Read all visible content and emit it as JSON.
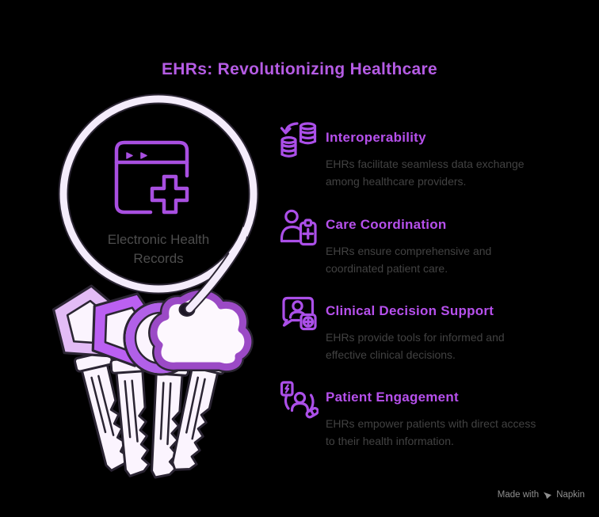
{
  "page": {
    "title": "EHRs: Revolutionizing Healthcare",
    "background": "#000000",
    "title_color": "#b55ce4"
  },
  "key_ring": {
    "icon": "ehr-window-medical-cross-icon",
    "label_lines": [
      "Electronic Health",
      "Records"
    ],
    "colors": {
      "ring": "#f4ecfb",
      "outline": "#2b2533",
      "window_icon_stroke": "#a84fe0",
      "key_fill": "#fbf4fe",
      "key1_band": "#e3bcf6",
      "key2_band": "#bb60f2",
      "key3_band": "#b160e8",
      "key4_band": "#9b4ac6",
      "label_text": "#4d4d4d"
    }
  },
  "accent": {
    "heading": "#b650ec",
    "icon_stroke": "#ab4fe8",
    "body_text": "#424242"
  },
  "features": [
    {
      "icon": "data-exchange-icon",
      "title": "Interoperability",
      "description_lines": [
        "EHRs facilitate seamless data exchange",
        "among healthcare providers."
      ]
    },
    {
      "icon": "care-team-clipboard-icon",
      "title": "Care Coordination",
      "description_lines": [
        "EHRs ensure comprehensive and",
        "coordinated patient care."
      ]
    },
    {
      "icon": "clinical-decision-screen-icon",
      "title": "Clinical Decision Support",
      "description_lines": [
        "EHRs provide tools for informed and",
        "effective clinical decisions."
      ]
    },
    {
      "icon": "patient-engagement-icon",
      "title": "Patient Engagement",
      "description_lines": [
        "EHRs empower patients with direct access",
        "to their health information."
      ]
    }
  ],
  "watermark": {
    "prefix": "Made with",
    "brand": "Napkin",
    "logo": "napkin-logo",
    "color": "#8f8f8f"
  }
}
